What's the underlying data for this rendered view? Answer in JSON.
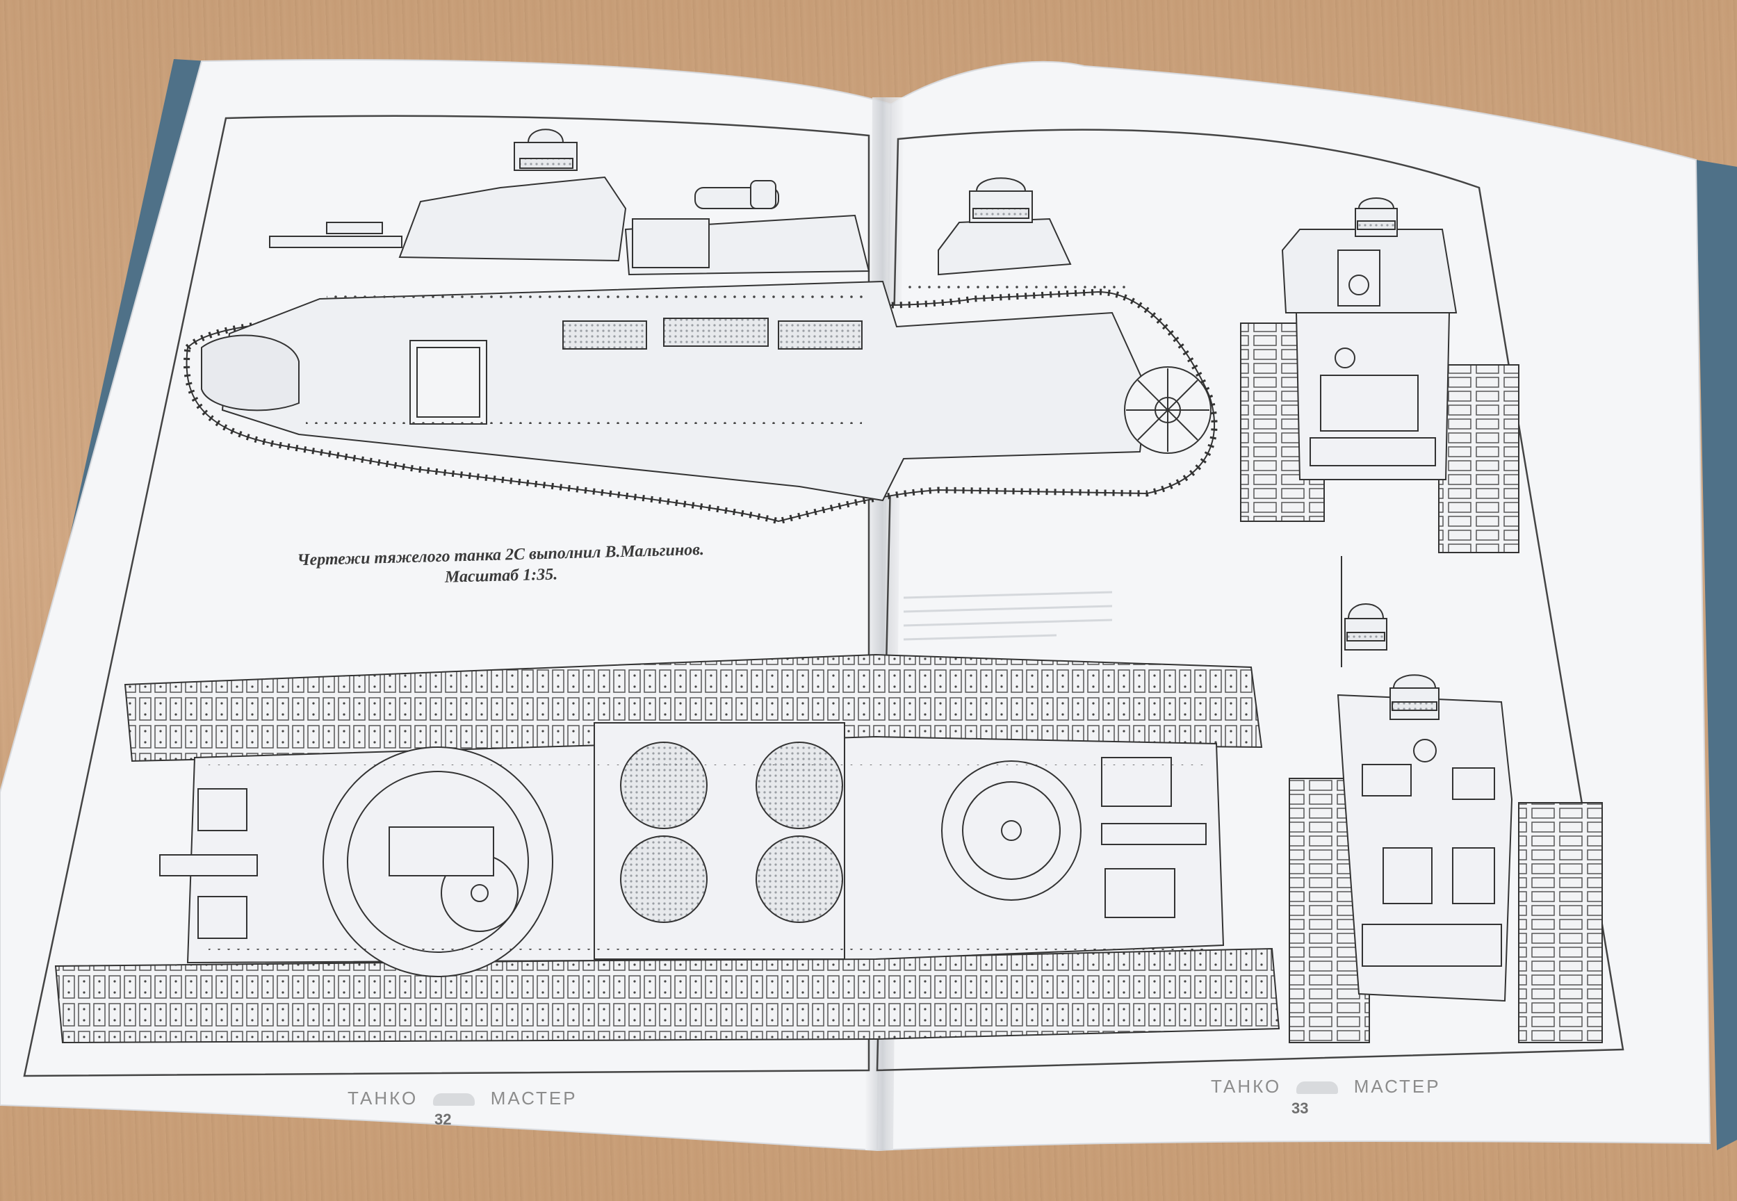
{
  "caption": {
    "line1": "Чертежи тяжелого танка 2С выполнил В.Мальгинов.",
    "line2": "Масштаб 1:35."
  },
  "footer_left": {
    "brand_left": "ТАНКО",
    "brand_right": "МАСТЕР",
    "page_number": "32"
  },
  "footer_right": {
    "brand_left": "ТАНКО",
    "brand_right": "МАСТЕР",
    "page_number": "33"
  },
  "colors": {
    "table": "#c9a07a",
    "paper": "#f4f5f7",
    "linework": "#333333",
    "cover_blue": "#4f7188"
  }
}
